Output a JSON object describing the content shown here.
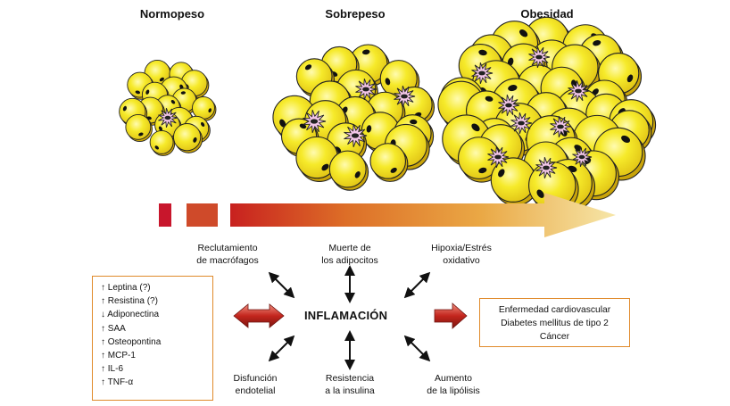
{
  "stages": [
    {
      "title": "Normopeso"
    },
    {
      "title": "Sobrepeso"
    },
    {
      "title": "Obesidad"
    }
  ],
  "processes_top": [
    {
      "line1": "Reclutamiento",
      "line2": "de macrófagos"
    },
    {
      "line1": "Muerte de",
      "line2": "los adipocitos"
    },
    {
      "line1": "Hipoxia/Estrés",
      "line2": "oxidativo"
    }
  ],
  "center": "INFLAMACIÓN",
  "processes_bottom": [
    {
      "line1": "Disfunción",
      "line2": "endotelial"
    },
    {
      "line1": "Resistencia",
      "line2": "a la insulina"
    },
    {
      "line1": "Aumento",
      "line2": "de la lipólisis"
    }
  ],
  "markers": [
    {
      "arrow": "↑",
      "label": "Leptina (?)"
    },
    {
      "arrow": "↑",
      "label": "Resistina (?)"
    },
    {
      "arrow": "↓",
      "label": "Adiponectina"
    },
    {
      "arrow": "↑",
      "label": "SAA"
    },
    {
      "arrow": "↑",
      "label": "Osteopontina"
    },
    {
      "arrow": "↑",
      "label": "MCP-1"
    },
    {
      "arrow": "↑",
      "label": "IL-6"
    },
    {
      "arrow": "↑",
      "label": "TNF-α"
    }
  ],
  "outcomes": [
    "Enfermedad cardiovascular",
    "Diabetes mellitus de tipo 2",
    "Cáncer"
  ],
  "colors": {
    "adipocyte_fill": "#f3e61e",
    "adipocyte_shadow": "#c9a40a",
    "macrophage": "#f3c6e8",
    "gradient_start": "#c0132a",
    "gradient_end": "#f6e4a6",
    "box_border": "#e08a2a"
  }
}
